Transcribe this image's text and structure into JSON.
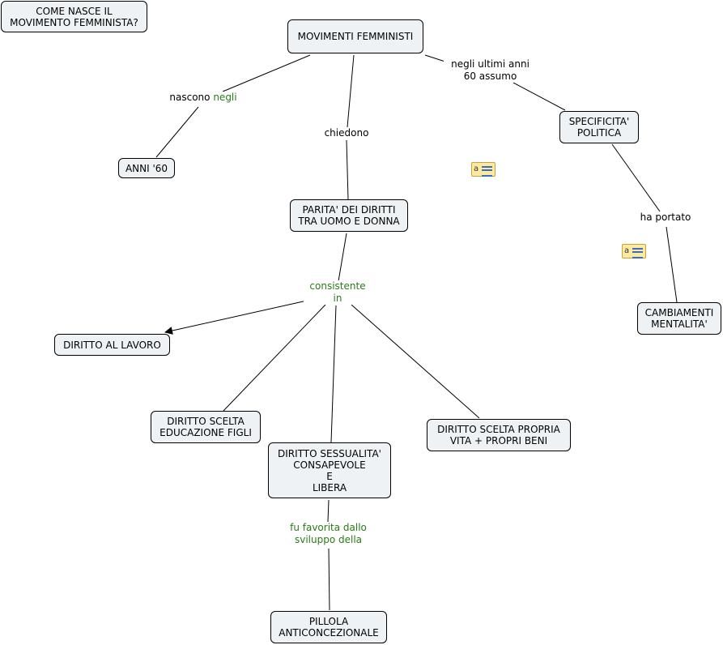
{
  "nodes": {
    "question": "COME NASCE IL\nMOVIMENTO FEMMINISTA?",
    "root": "MOVIMENTI FEMMINISTI",
    "anni60": "ANNI '60",
    "parita": "PARITA' DEI DIRITTI\nTRA UOMO E DONNA",
    "specificita": "SPECIFICITA'\nPOLITICA",
    "cambiamenti": "CAMBIAMENTI\nMENTALITA'",
    "lavoro": "DIRITTO AL LAVORO",
    "educazione": "DIRITTO SCELTA\nEDUCAZIONE FIGLI",
    "sessualita": "DIRITTO SESSUALITA'\nCONSAPEVOLE\nE\nLIBERA",
    "propria_vita": "DIRITTO SCELTA PROPRIA\nVITA + PROPRI BENI",
    "pillola": "PILLOLA\nANTICONCEZIONALE"
  },
  "labels": {
    "nascono": "nascono",
    "negli": "negli",
    "chiedono": "chiedono",
    "ultimi_anni": "negli ultimi anni\n60 assumo",
    "ha_portato": "ha portato",
    "consistente": "consistente\nin",
    "favorita": "fu favorita dallo\nsviluppo della"
  },
  "colors": {
    "node_fill": "#eef2f4",
    "link_label_green": "#2a7a1a",
    "note_fill": "#fde9a0"
  },
  "icons": {
    "note_icon": "a"
  }
}
